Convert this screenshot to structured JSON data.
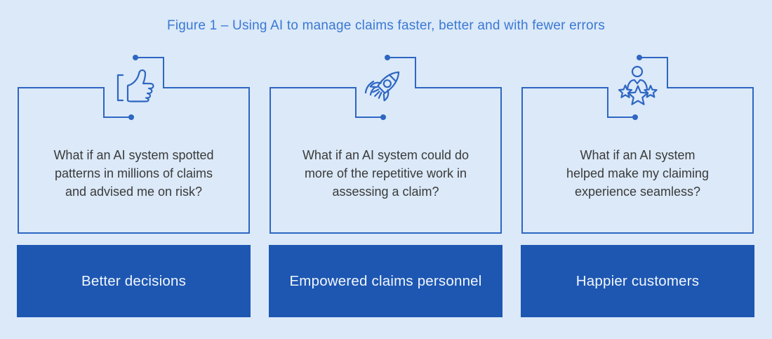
{
  "figure": {
    "title": "Figure 1 – Using AI to manage claims faster, better and with fewer errors"
  },
  "colors": {
    "background": "#dbe9f8",
    "line_blue": "#2e66c2",
    "bar_blue": "#1d57b2",
    "title_blue": "#3b78d4",
    "question_text": "#3a3a3a",
    "bar_text": "#f2f6fd"
  },
  "panels": [
    {
      "icon": "thumbs-up-icon",
      "question_lines": [
        "What if an AI system spotted",
        "patterns in millions of claims",
        "and advised me on risk?"
      ],
      "label": "Better decisions"
    },
    {
      "icon": "rocket-icon",
      "question_lines": [
        "What if an AI system could do",
        "more of the repetitive work in",
        "assessing a claim?"
      ],
      "label": "Empowered claims personnel"
    },
    {
      "icon": "person-stars-icon",
      "question_lines": [
        "What if an AI system",
        "helped make my claiming",
        "experience seamless?"
      ],
      "label": "Happier customers"
    }
  ]
}
